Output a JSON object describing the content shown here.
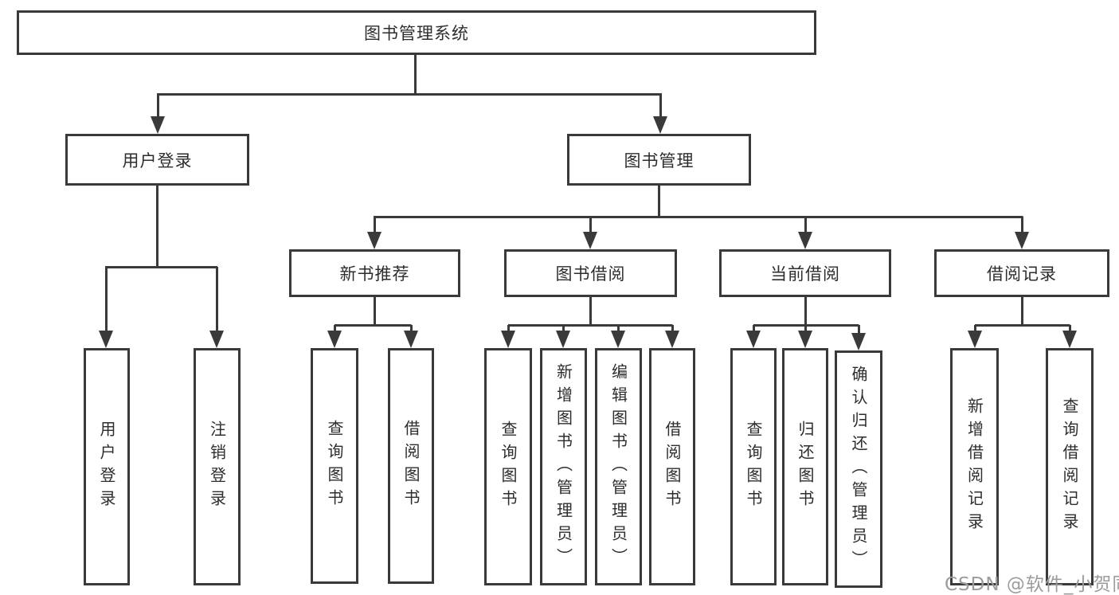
{
  "diagram": {
    "title": "图书管理系统",
    "watermark": "CSDN @软件_小贺同学",
    "colors": {
      "line": "#3a3a3a",
      "box_border": "#3a3a3a",
      "text": "#2d2d2d",
      "watermark": "#9c9c9c",
      "background": "#ffffff"
    },
    "tree": {
      "root": {
        "label": "图书管理系统",
        "children": [
          {
            "label": "用户登录",
            "children": [
              {
                "label": "用户登录"
              },
              {
                "label": "注销登录"
              }
            ]
          },
          {
            "label": "图书管理",
            "children": [
              {
                "label": "新书推荐",
                "children": [
                  {
                    "label": "查询图书"
                  },
                  {
                    "label": "借阅图书"
                  }
                ]
              },
              {
                "label": "图书借阅",
                "children": [
                  {
                    "label": "查询图书"
                  },
                  {
                    "label": "新增图书（管理员）"
                  },
                  {
                    "label": "编辑图书（管理员）"
                  },
                  {
                    "label": "借阅图书"
                  }
                ]
              },
              {
                "label": "当前借阅",
                "children": [
                  {
                    "label": "查询图书"
                  },
                  {
                    "label": "归还图书"
                  },
                  {
                    "label": "确认归还（管理员）"
                  }
                ]
              },
              {
                "label": "借阅记录",
                "children": [
                  {
                    "label": "新增借阅记录"
                  },
                  {
                    "label": "查询借阅记录"
                  }
                ]
              }
            ]
          }
        ]
      }
    }
  }
}
